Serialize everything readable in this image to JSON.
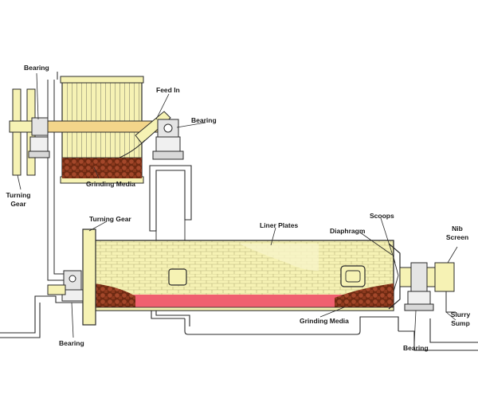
{
  "labels": {
    "bearing_top": "Bearing",
    "feed_in": "Feed In",
    "bearing_right_top": "Bearing",
    "turning_gear_left_1": "Turning",
    "turning_gear_left_2": "Gear",
    "grinding_media_top": "Grinding Media",
    "turning_gear_mid": "Turning Gear",
    "liner_plates": "Liner Plates",
    "scoops": "Scoops",
    "diaphragm": "Diaphragm",
    "nib_screen_1": "Nib",
    "nib_screen_2": "Screen",
    "slurry_sump_1": "Slurry",
    "slurry_sump_2": "Sump",
    "bearing_bottom_left": "Bearing",
    "grinding_media_bottom": "Grinding Media",
    "bearing_bottom_right": "Bearing"
  },
  "colors": {
    "shell": "#f6f2b4",
    "outline": "#2a2a2a",
    "media": "#8a3a1c",
    "slurry": "#f06070",
    "brick": "#c9c48a"
  }
}
